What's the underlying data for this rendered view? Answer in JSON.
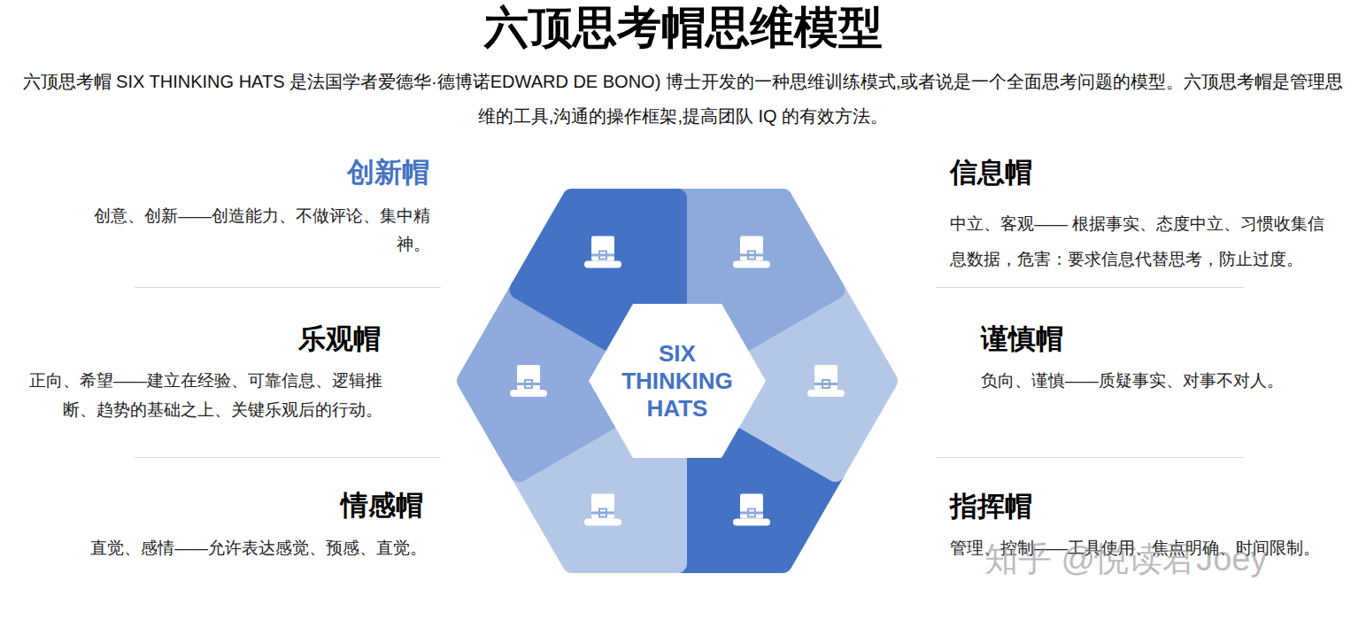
{
  "diagram": {
    "title": "六顶思考帽思维模型",
    "caption": "六顶思考帽 SIX THINKING HATS 是法国学者爱德华·德博诺EDWARD DE BONO) 博士开发的一种思维训练模式,或者说是一个全面思考问题的模型。六顶思考帽是管理思维的工具,沟通的操作框架,提高团队 IQ 的有效方法。",
    "nodes": [
      {
        "text": [
          "SIX THINKING HATS"
        ]
      }
    ],
    "labels": [
      "创新帽",
      "创意、创新——创造能力、不做评论、集中精神。",
      "乐观帽",
      "正向、希望——建立在经验、可靠信息、逻辑推断、趋势的基础之上、关键乐观后的行动。",
      "情感帽",
      "直觉、感情——允许表达感觉、预感、直觉。",
      "信息帽",
      "中立、客观—— 根据事实、态度中立、习惯收集信息数据，危害：要求信息代替思考，防止过度。",
      "谨慎帽",
      "负向、谨慎——质疑事实、对事不对人。",
      "指挥帽",
      "管理、控制——工具使用、焦点明确、时间限制。",
      "知乎 @悦读君Joey"
    ]
  }
}
